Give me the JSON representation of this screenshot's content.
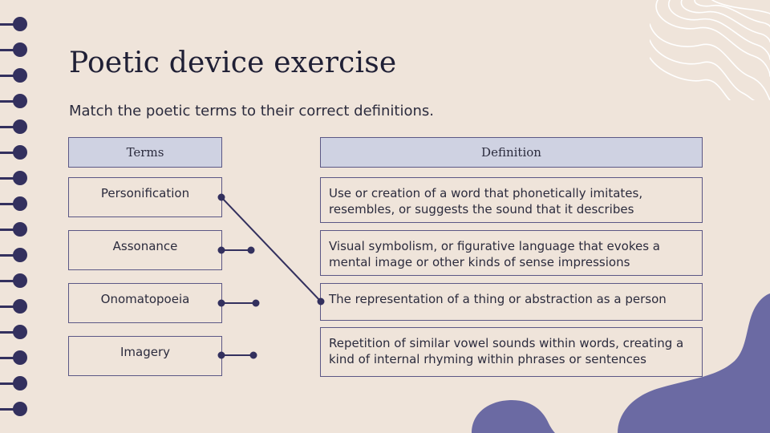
{
  "slide": {
    "title": "Poetic device exercise",
    "subtitle": "Match the poetic terms to their correct definitions."
  },
  "table": {
    "terms_header": "Terms",
    "definition_header": "Definition",
    "terms": [
      {
        "label": "Personification"
      },
      {
        "label": "Assonance"
      },
      {
        "label": "Onomatopoeia"
      },
      {
        "label": "Imagery"
      }
    ],
    "definitions": [
      {
        "text": "Use or creation of a word that phonetically imitates, resembles, or suggests the sound that it describes"
      },
      {
        "text": "Visual symbolism, or figurative language that evokes a mental image or other kinds of sense impressions"
      },
      {
        "text": "The representation of a thing or abstraction as a person"
      },
      {
        "text": "Repetition of similar vowel sounds within words, creating a kind of internal rhyming within phrases or sentences"
      }
    ]
  },
  "colors": {
    "background": "#efe4da",
    "accent": "#6b6aa3",
    "ink": "#33305e",
    "header_fill": "#cfd2e2"
  }
}
